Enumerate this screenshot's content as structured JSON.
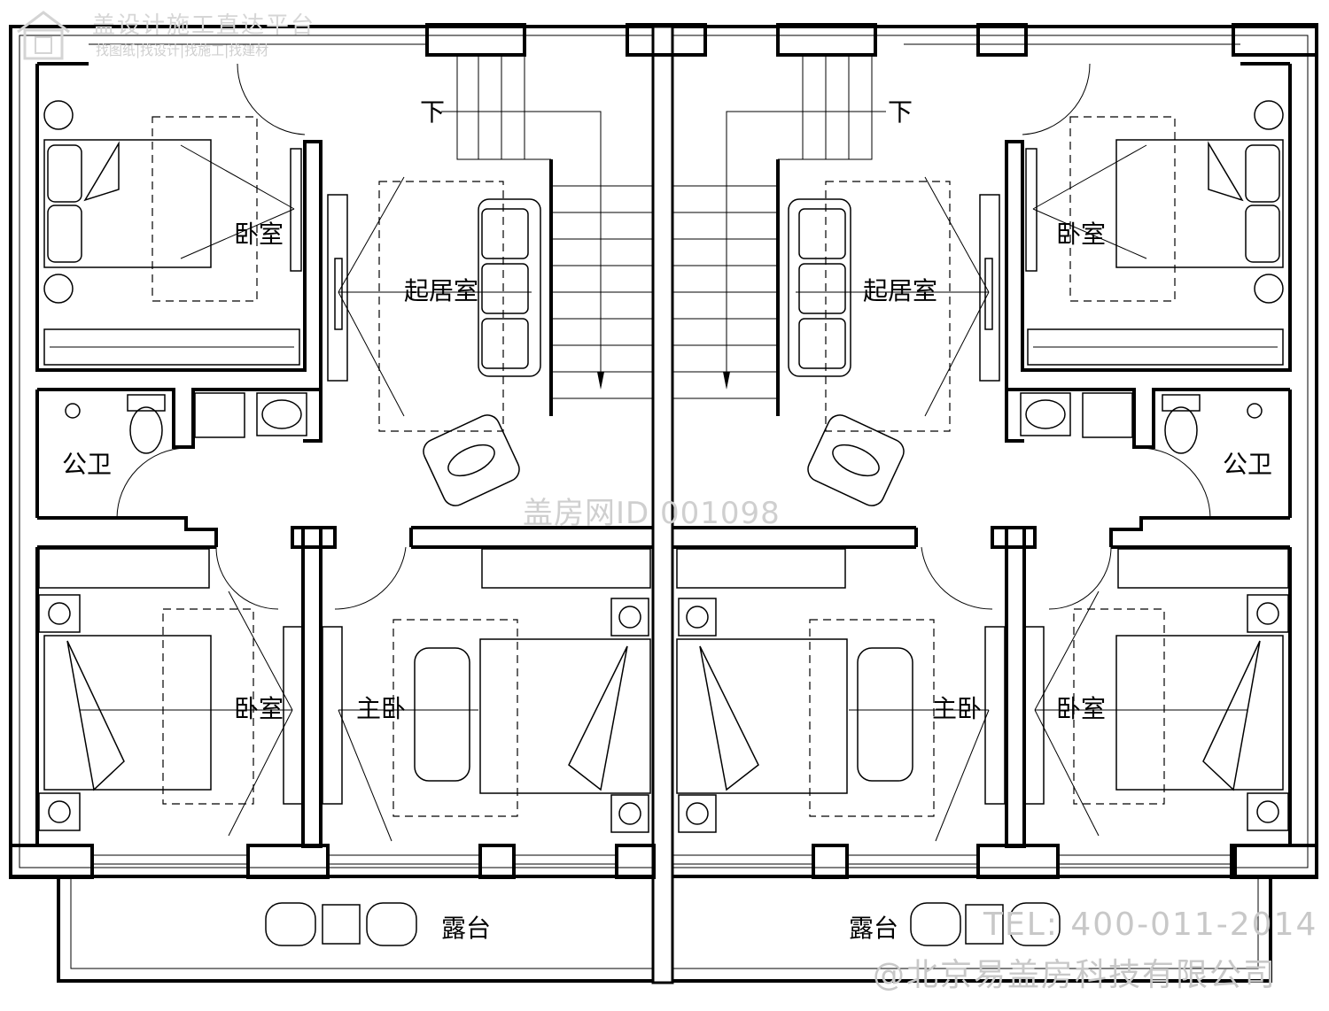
{
  "rooms": {
    "living_left": "起居室",
    "living_right": "起居室",
    "bed_tl": "卧室",
    "bed_tr": "卧室",
    "bed_bl": "卧室",
    "bed_br": "卧室",
    "master_left": "主卧",
    "master_right": "主卧",
    "wc_left": "公卫",
    "wc_right": "公卫",
    "terrace_left": "露台",
    "terrace_right": "露台",
    "stair_down_left": "下",
    "stair_down_right": "下"
  },
  "watermarks": {
    "top_title": "盖设计施工直达平台",
    "top_sub": "找图纸|找设计|找施工|找建材",
    "center_id": "盖房网ID 001098",
    "tel": "TEL: 400-011-2014",
    "company": "@北京易盖房科技有限公司"
  },
  "colors": {
    "line": "#000000",
    "watermark": "#c8c8c8",
    "background": "#ffffff"
  }
}
